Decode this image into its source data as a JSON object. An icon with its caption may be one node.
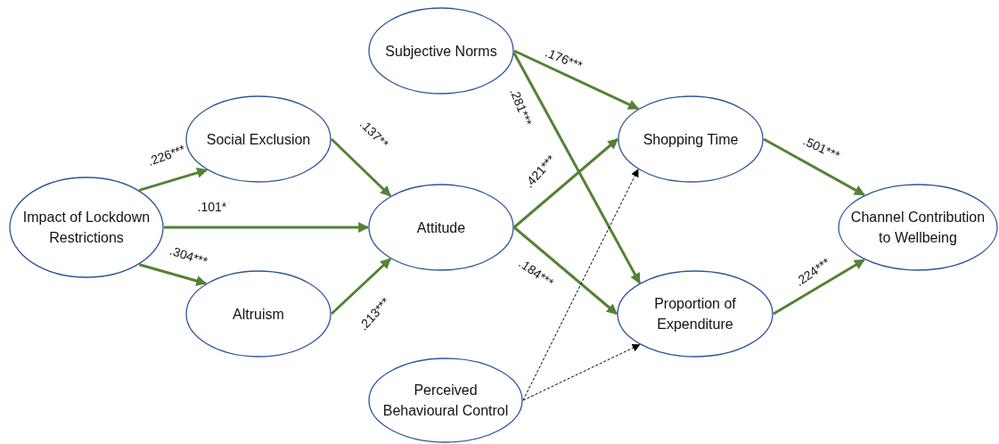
{
  "diagram": {
    "nodes": [
      {
        "text": [
          "Impact of Lockdown Restrictions"
        ]
      },
      {
        "text": [
          "Social Exclusion"
        ]
      },
      {
        "text": [
          "Altruism"
        ]
      },
      {
        "text": [
          "Subjective Norms"
        ]
      },
      {
        "text": [
          "Attitude"
        ]
      },
      {
        "text": [
          "Perceived Behavioural Control"
        ]
      },
      {
        "text": [
          "Shopping Time"
        ]
      },
      {
        "text": [
          "Proportion of Expenditure"
        ]
      },
      {
        "text": [
          "Channel Contribution to Wellbeing"
        ]
      }
    ],
    "edges": [
      {
        "from": 0,
        "to": 1,
        "arrow": "to",
        "label": ".226***"
      },
      {
        "from": 0,
        "to": 4,
        "arrow": "to",
        "label": ".101*"
      },
      {
        "from": 0,
        "to": 2,
        "arrow": "to",
        "label": ".304***"
      },
      {
        "from": 1,
        "to": 4,
        "arrow": "to",
        "label": ".137**"
      },
      {
        "from": 2,
        "to": 4,
        "arrow": "to",
        "label": ".213***"
      },
      {
        "from": 3,
        "to": 6,
        "arrow": "to",
        "label": ".176***"
      },
      {
        "from": 3,
        "to": 7,
        "arrow": "to",
        "label": ".281***"
      },
      {
        "from": 4,
        "to": 6,
        "arrow": "to",
        "label": ".421***"
      },
      {
        "from": 4,
        "to": 7,
        "arrow": "to",
        "label": ".184***"
      },
      {
        "from": 5,
        "to": 6,
        "arrow": "to",
        "style": "dashed",
        "color": "#000000"
      },
      {
        "from": 5,
        "to": 7,
        "arrow": "to",
        "style": "dashed",
        "color": "#000000"
      },
      {
        "from": 6,
        "to": 8,
        "arrow": "to",
        "label": ".501***"
      },
      {
        "from": 7,
        "to": 8,
        "arrow": "to",
        "label": ".224***"
      }
    ]
  }
}
